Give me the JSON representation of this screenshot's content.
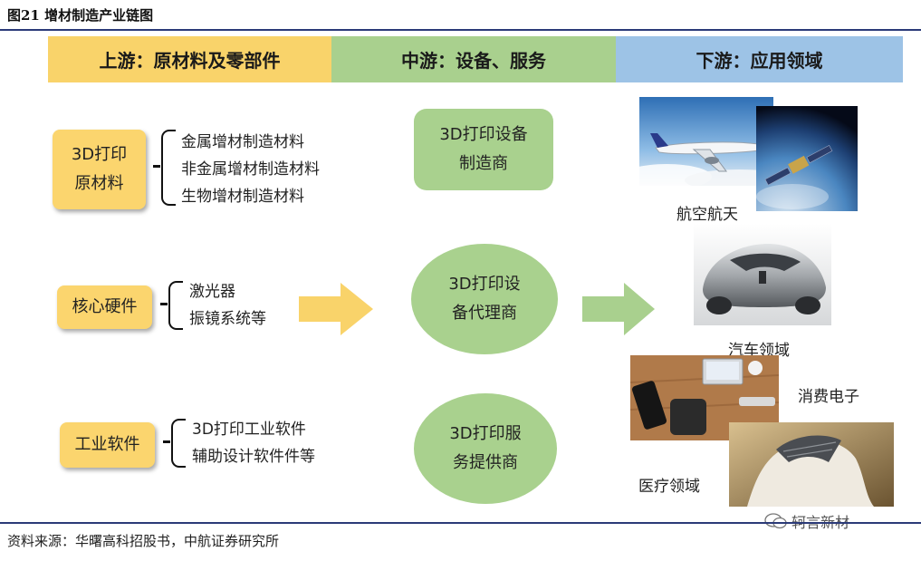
{
  "figure_title": "图21 增材制造产业链图",
  "bands": {
    "upstream": "上游：原材料及零部件",
    "midstream": "中游：设备、服务",
    "downstream": "下游：应用领域"
  },
  "upstream": {
    "materials_box": [
      "3D打印",
      "原材料"
    ],
    "materials_list": [
      "金属增材制造材料",
      "非金属增材制造材料",
      "生物增材制造材料"
    ],
    "hardware_box": "核心硬件",
    "hardware_list": [
      "激光器",
      "振镜系统等"
    ],
    "software_box": "工业软件",
    "software_list": [
      "3D打印工业软件",
      "辅助设计软件件等"
    ]
  },
  "midstream": {
    "manufacturer": [
      "3D打印设备",
      "制造商"
    ],
    "agent": [
      "3D打印设",
      "备代理商"
    ],
    "service": [
      "3D打印服",
      "务提供商"
    ]
  },
  "downstream": {
    "aerospace": "航空航天",
    "automotive": "汽车领域",
    "consumer_electronics": "消费电子",
    "medical": "医疗领域"
  },
  "watermark": "轲言新材",
  "source": "资料来源：华曙高科招股书，中航证券研究所",
  "colors": {
    "rule": "#2b3a78",
    "upstream": "#f9d36a",
    "midstream": "#a9d08e",
    "downstream": "#9dc3e6",
    "arrow_yellow": "#f9d36a",
    "arrow_green": "#a9d08e"
  }
}
